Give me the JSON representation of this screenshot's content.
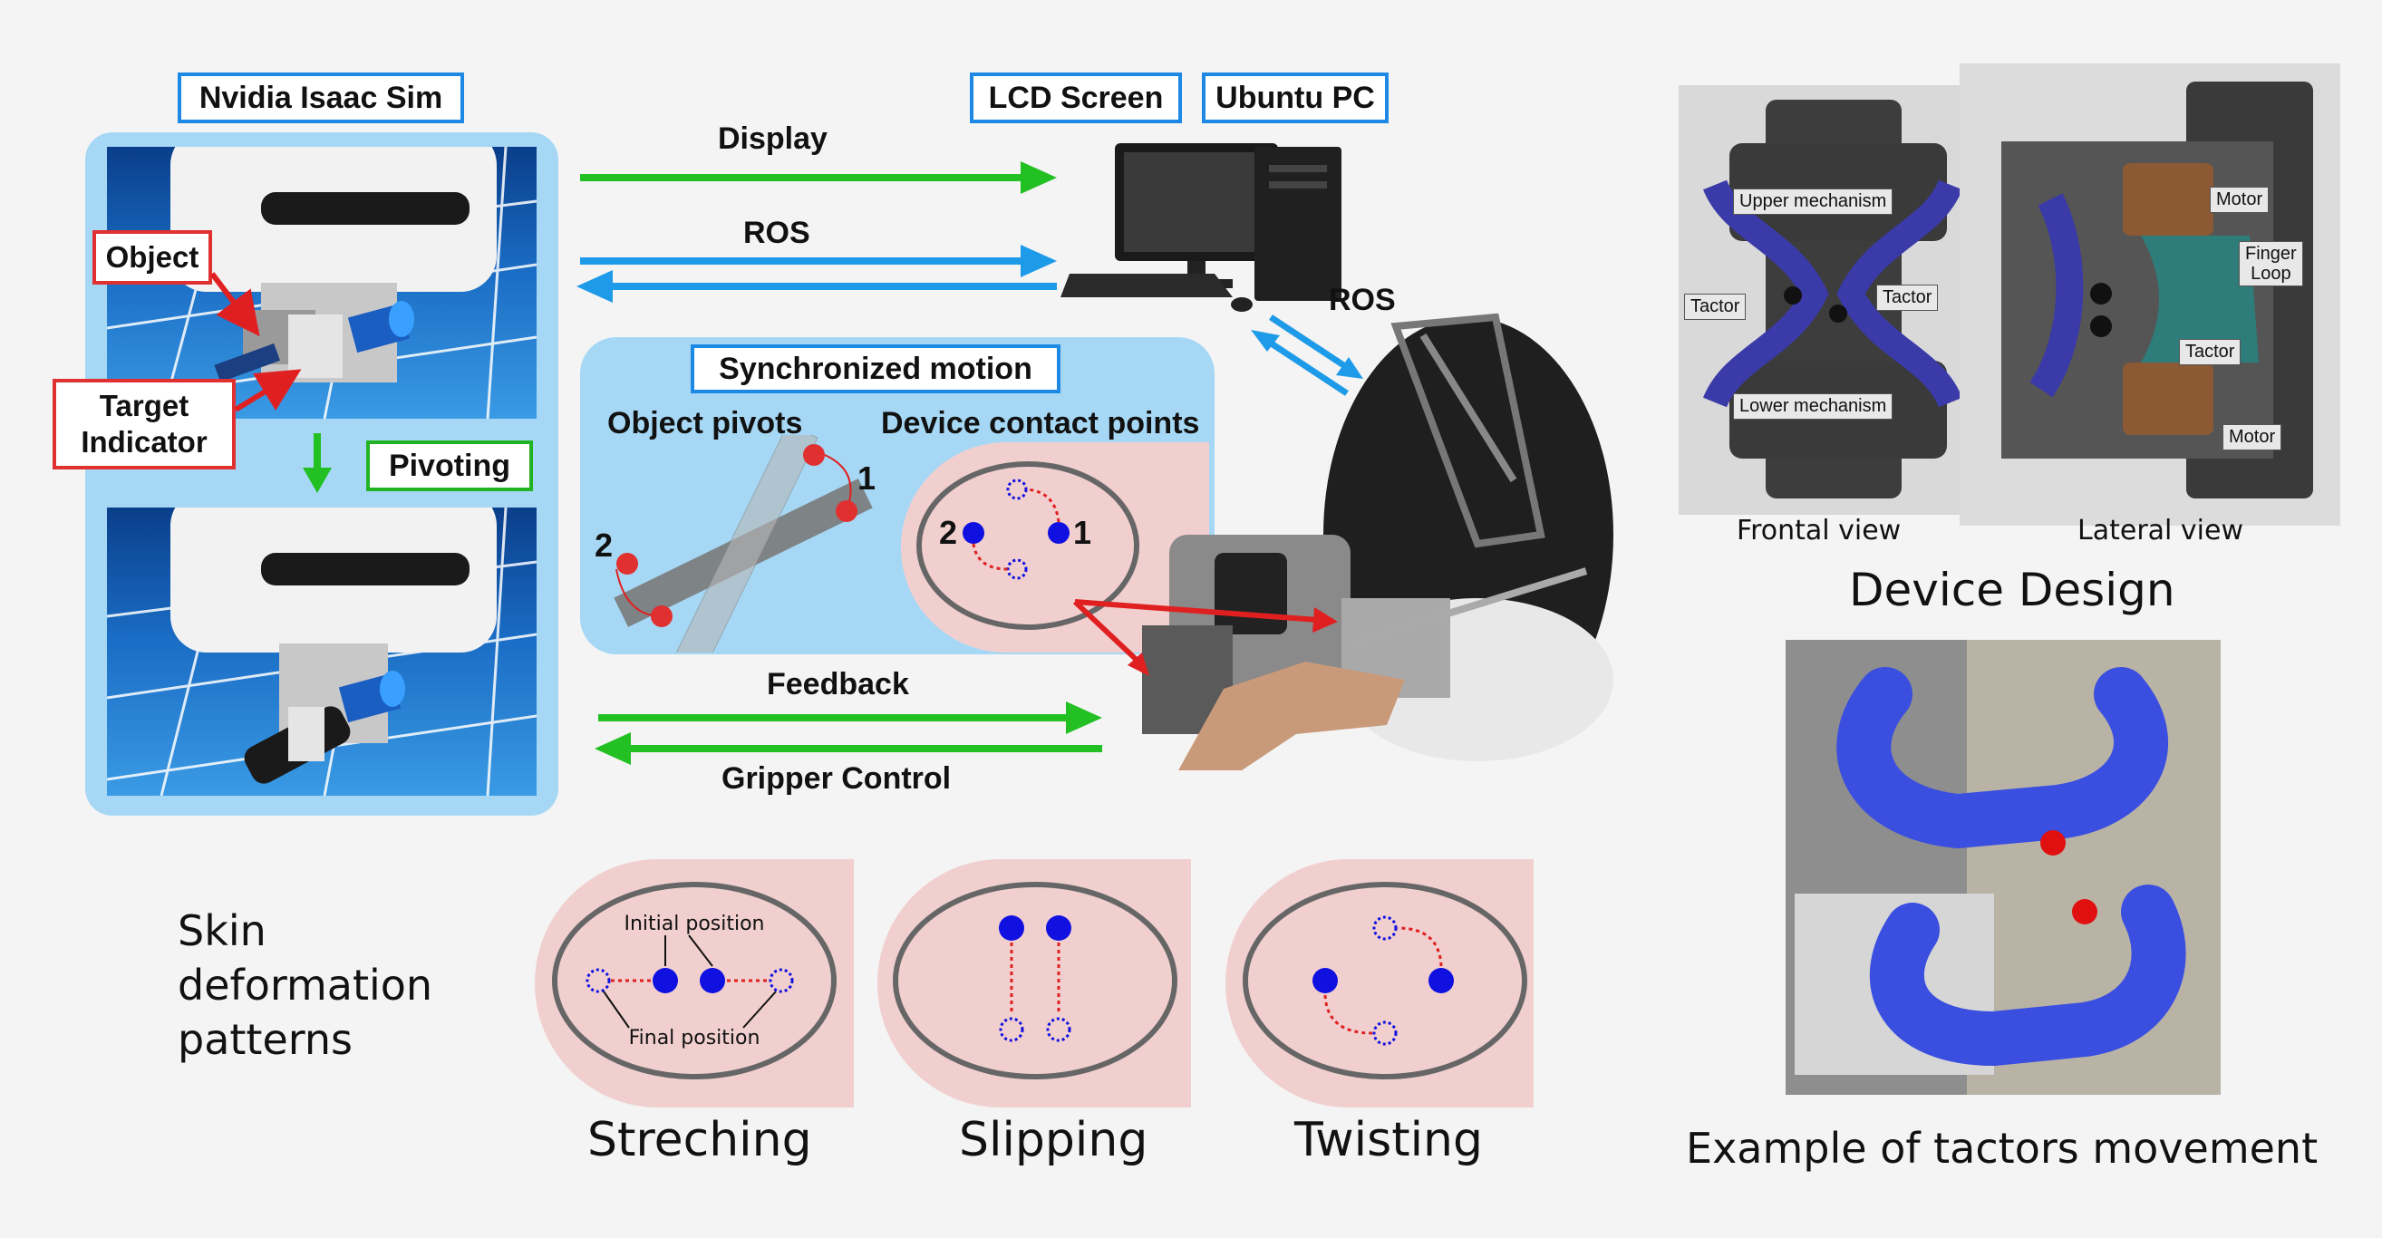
{
  "sim": {
    "title": "Nvidia Isaac Sim",
    "object_label": "Object",
    "target_label_line1": "Target",
    "target_label_line2": "Indicator",
    "pivoting_label": "Pivoting"
  },
  "pc": {
    "lcd_label": "LCD Screen",
    "ubuntu_label": "Ubuntu PC"
  },
  "arrows": {
    "display": "Display",
    "ros_top": "ROS",
    "ros_right": "ROS",
    "feedback": "Feedback",
    "gripper_control": "Gripper Control"
  },
  "sync": {
    "title": "Synchronized motion",
    "object_pivots": "Object pivots",
    "device_contact": "Device contact points",
    "pivot_1": "1",
    "pivot_2": "2",
    "contact_1": "1",
    "contact_2": "2"
  },
  "skin": {
    "title_line1": "Skin",
    "title_line2": "deformation",
    "title_line3": "patterns",
    "initial_position": "Initial position",
    "final_position": "Final position",
    "stretching": "Streching",
    "slipping": "Slipping",
    "twisting": "Twisting"
  },
  "device": {
    "upper_mechanism": "Upper mechanism",
    "lower_mechanism": "Lower mechanism",
    "tactor_left": "Tactor",
    "tactor_right": "Tactor",
    "motor_top": "Motor",
    "motor_bottom": "Motor",
    "finger_loop_line1": "Finger",
    "finger_loop_line2": "Loop",
    "tactor_lateral": "Tactor",
    "frontal_view": "Frontal view",
    "lateral_view": "Lateral view",
    "title": "Device Design",
    "example_caption": "Example of tactors movement"
  },
  "colors": {
    "blue_arrow": "#1e9be8",
    "green_arrow": "#22c022",
    "red": "#e02020",
    "panel_blue": "#a6d8f5",
    "finger_pink": "#f1cfcf",
    "dot_blue": "#1010e0"
  }
}
